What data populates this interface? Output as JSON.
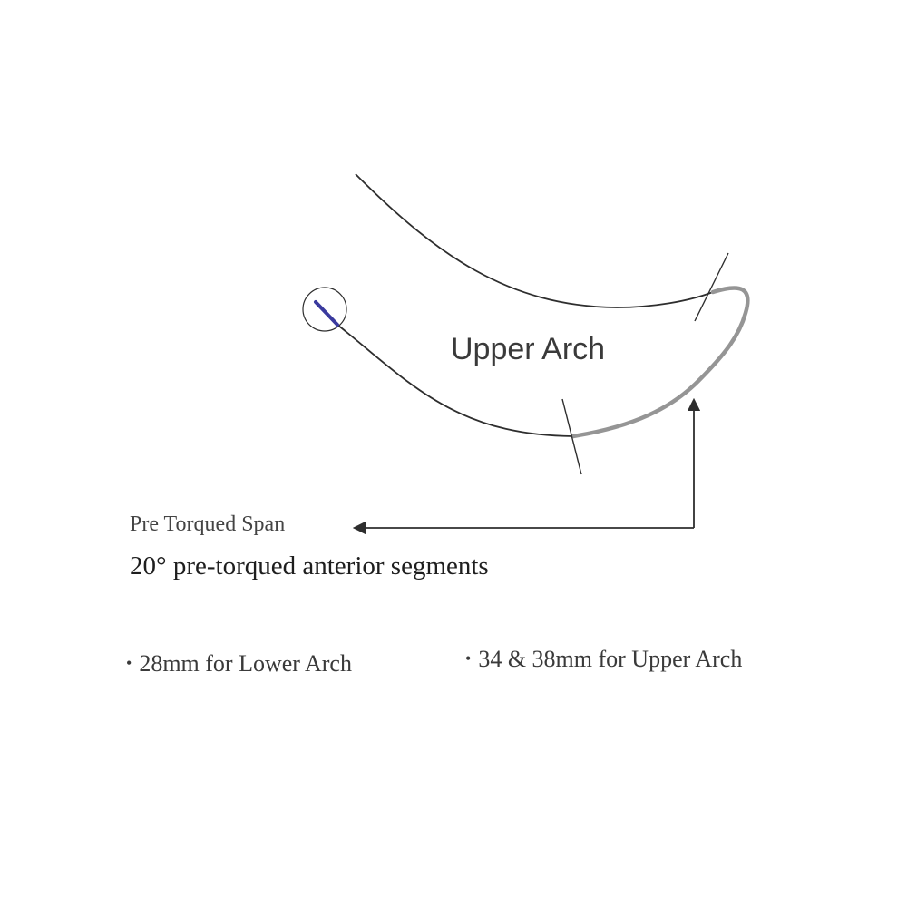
{
  "diagram": {
    "arch_label": "Upper Arch",
    "span_title": "Pre Torqued Span",
    "span_description": "20° pre-torqued anterior segments",
    "bullets": [
      {
        "text": "28mm for Lower Arch"
      },
      {
        "text": "34 & 38mm for Upper Arch"
      }
    ]
  },
  "colors": {
    "wire": "#2e2e2e",
    "torqued_span": "#959595",
    "wire_tip": "#3a3a9e",
    "leader_line": "#2e2e2e"
  }
}
